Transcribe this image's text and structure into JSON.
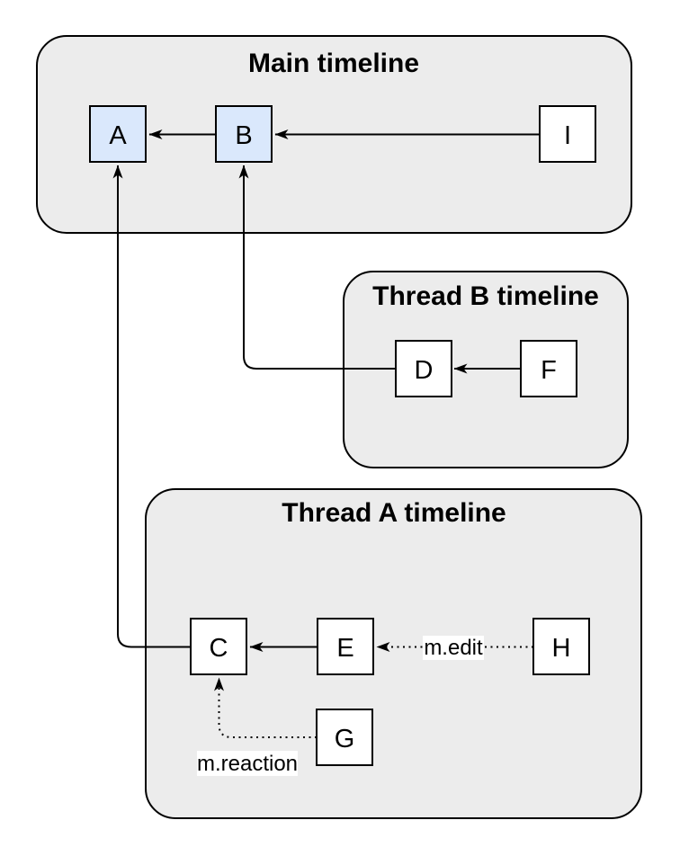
{
  "diagram": {
    "containers": {
      "main": {
        "title": "Main timeline",
        "nodes": [
          "A",
          "B",
          "I"
        ]
      },
      "thread_b": {
        "title": "Thread B timeline",
        "nodes": [
          "D",
          "F"
        ]
      },
      "thread_a": {
        "title": "Thread A timeline",
        "nodes": [
          "C",
          "E",
          "G",
          "H"
        ]
      }
    },
    "nodes": {
      "A": {
        "label": "A",
        "highlighted": true
      },
      "B": {
        "label": "B",
        "highlighted": true
      },
      "I": {
        "label": "I",
        "highlighted": false
      },
      "D": {
        "label": "D",
        "highlighted": false
      },
      "F": {
        "label": "F",
        "highlighted": false
      },
      "C": {
        "label": "C",
        "highlighted": false
      },
      "E": {
        "label": "E",
        "highlighted": false
      },
      "G": {
        "label": "G",
        "highlighted": false
      },
      "H": {
        "label": "H",
        "highlighted": false
      }
    },
    "edges": [
      {
        "from": "B",
        "to": "A",
        "style": "solid",
        "label": ""
      },
      {
        "from": "I",
        "to": "B",
        "style": "solid",
        "label": ""
      },
      {
        "from": "F",
        "to": "D",
        "style": "solid",
        "label": ""
      },
      {
        "from": "D",
        "to": "B",
        "style": "solid",
        "label": ""
      },
      {
        "from": "E",
        "to": "C",
        "style": "solid",
        "label": ""
      },
      {
        "from": "C",
        "to": "A",
        "style": "solid",
        "label": ""
      },
      {
        "from": "H",
        "to": "E",
        "style": "dotted",
        "label": "m.edit"
      },
      {
        "from": "G",
        "to": "C",
        "style": "dotted",
        "label": "m.reaction"
      }
    ],
    "colors": {
      "container_fill": "#ececec",
      "container_stroke": "#000000",
      "node_fill": "#ffffff",
      "node_highlight_fill": "#dae8fc",
      "node_stroke": "#000000",
      "edge_color": "#000000",
      "label_bg": "#ffffff"
    }
  }
}
